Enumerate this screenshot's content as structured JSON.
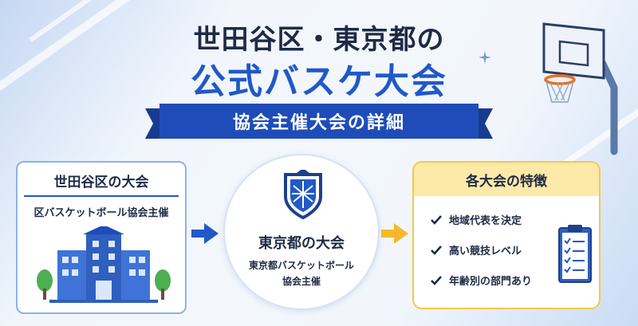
{
  "header": {
    "line1": "世田谷区・東京都の",
    "line2": "公式バスケ大会",
    "ribbon": "協会主催大会の詳細"
  },
  "left_card": {
    "title": "世田谷区の大会",
    "subtitle": "区バスケットボール協会主催"
  },
  "center": {
    "title": "東京都の大会",
    "subtitle_line1": "東京都バスケットボール",
    "subtitle_line2": "協会主催"
  },
  "right_card": {
    "title": "各大会の特徴",
    "features": [
      "地域代表を決定",
      "高い競技レベル",
      "年齢別の部門あり"
    ]
  },
  "colors": {
    "primary_blue": "#2159c6",
    "ribbon_blue": "#1f4cb8",
    "dark_text": "#1f2a44",
    "accent_yellow": "#f5b82e",
    "yellow_header": "#fde9a8"
  }
}
